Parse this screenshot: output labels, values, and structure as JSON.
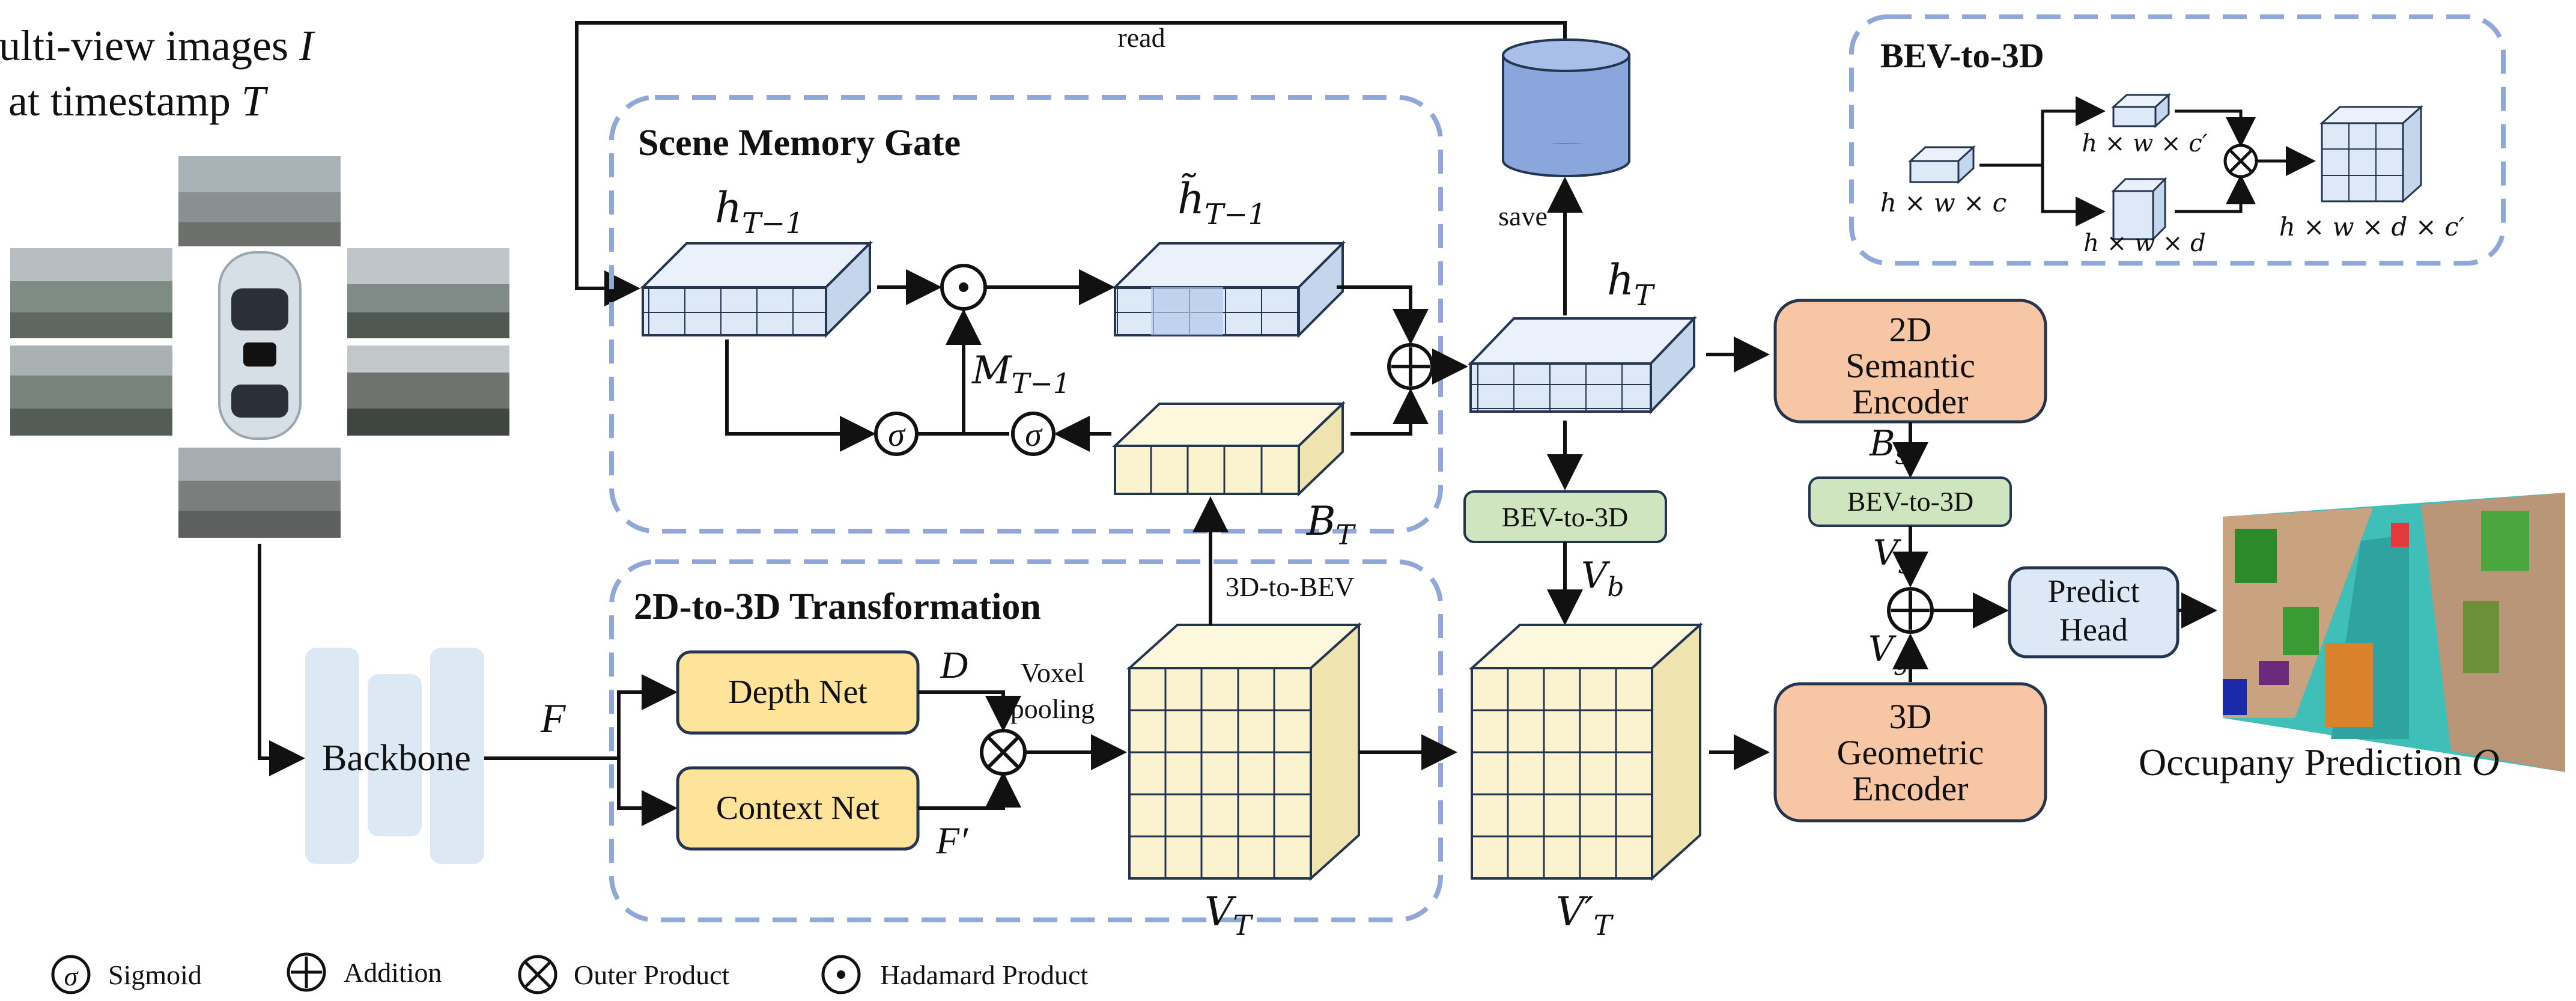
{
  "input": {
    "title_line1": "Multi-view images",
    "title_var1": "I",
    "title_line2": "at timestamp",
    "title_var2": "T"
  },
  "backbone": {
    "label": "Backbone",
    "output": "F"
  },
  "scene_memory_gate": {
    "title": "Scene Memory Gate",
    "h_prev": "h",
    "h_prev_sub": "T−1",
    "h_tilde": "h̃",
    "h_tilde_sub": "T−1",
    "mask": "M",
    "mask_sub": "T−1",
    "b": "B",
    "b_sub": "T"
  },
  "memory": {
    "read_label": "read",
    "save_label": "save"
  },
  "h_current": {
    "label": "h",
    "sub": "T"
  },
  "transform": {
    "title": "2D-to-3D Transformation",
    "depth_net": "Depth Net",
    "context_net": "Context Net",
    "d_label": "D",
    "f_prime_label": "F′",
    "voxel_pooling": [
      "Voxel",
      "pooling"
    ],
    "to_bev": "3D-to-BEV",
    "v_label": "V",
    "v_sub": "T"
  },
  "bev_to_3d_label": "BEV-to-3D",
  "vb_label": "V",
  "vb_sub": "b",
  "v_prime": {
    "label": "V′",
    "sub": "T"
  },
  "semantic_encoder": [
    "2D",
    "Semantic",
    "Encoder"
  ],
  "bs_label": "B",
  "bs_sub": "s",
  "vs_label": "V",
  "vs_sub": "s",
  "vg_label": "V",
  "vg_sub": "g",
  "geometric_encoder": [
    "3D",
    "Geometric",
    "Encoder"
  ],
  "predict_head": [
    "Predict",
    "Head"
  ],
  "output": {
    "label": "Occupany Prediction",
    "var": "O"
  },
  "bev_to_3d_panel": {
    "title": "BEV-to-3D",
    "in_dims": "h × w × c",
    "top_dims": "h × w × c′",
    "bottom_dims": "h × w × d",
    "out_dims": "h × w × d × c′"
  },
  "legend": [
    {
      "icon": "sigmoid-icon",
      "label": "Sigmoid"
    },
    {
      "icon": "addition-icon",
      "label": "Addition"
    },
    {
      "icon": "outer-product-icon",
      "label": "Outer Product"
    },
    {
      "icon": "hadamard-product-icon",
      "label": "Hadamard Product"
    }
  ],
  "colors": {
    "dashed_border": "#8fa8d8",
    "bev_blue": "#dde9f7",
    "bev_yellow": "#fbf3cf",
    "yellow_box": "#fde49a",
    "orange_box": "#f7c7a5",
    "green_box": "#cfe5c0",
    "predict_box": "#dce8f5",
    "memory_cylinder": "#8aa6dc",
    "backbone": "#dde8f5"
  }
}
